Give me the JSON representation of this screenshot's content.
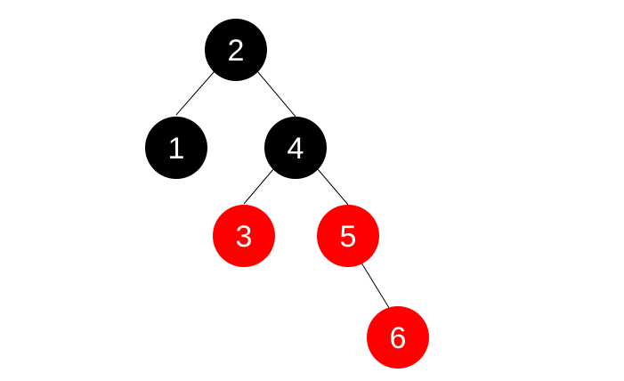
{
  "colors": {
    "black": "#000000",
    "red": "#ff0000",
    "label": "#ffffff",
    "edge": "#000000"
  },
  "nodes": [
    {
      "id": "n2",
      "label": "2",
      "color": "black"
    },
    {
      "id": "n1",
      "label": "1",
      "color": "black"
    },
    {
      "id": "n4",
      "label": "4",
      "color": "black"
    },
    {
      "id": "n3",
      "label": "3",
      "color": "red"
    },
    {
      "id": "n5",
      "label": "5",
      "color": "red"
    },
    {
      "id": "n6",
      "label": "6",
      "color": "red"
    }
  ],
  "edges": [
    {
      "from": "2",
      "to": "1"
    },
    {
      "from": "2",
      "to": "4"
    },
    {
      "from": "4",
      "to": "3"
    },
    {
      "from": "4",
      "to": "5"
    },
    {
      "from": "5",
      "to": "6"
    }
  ]
}
